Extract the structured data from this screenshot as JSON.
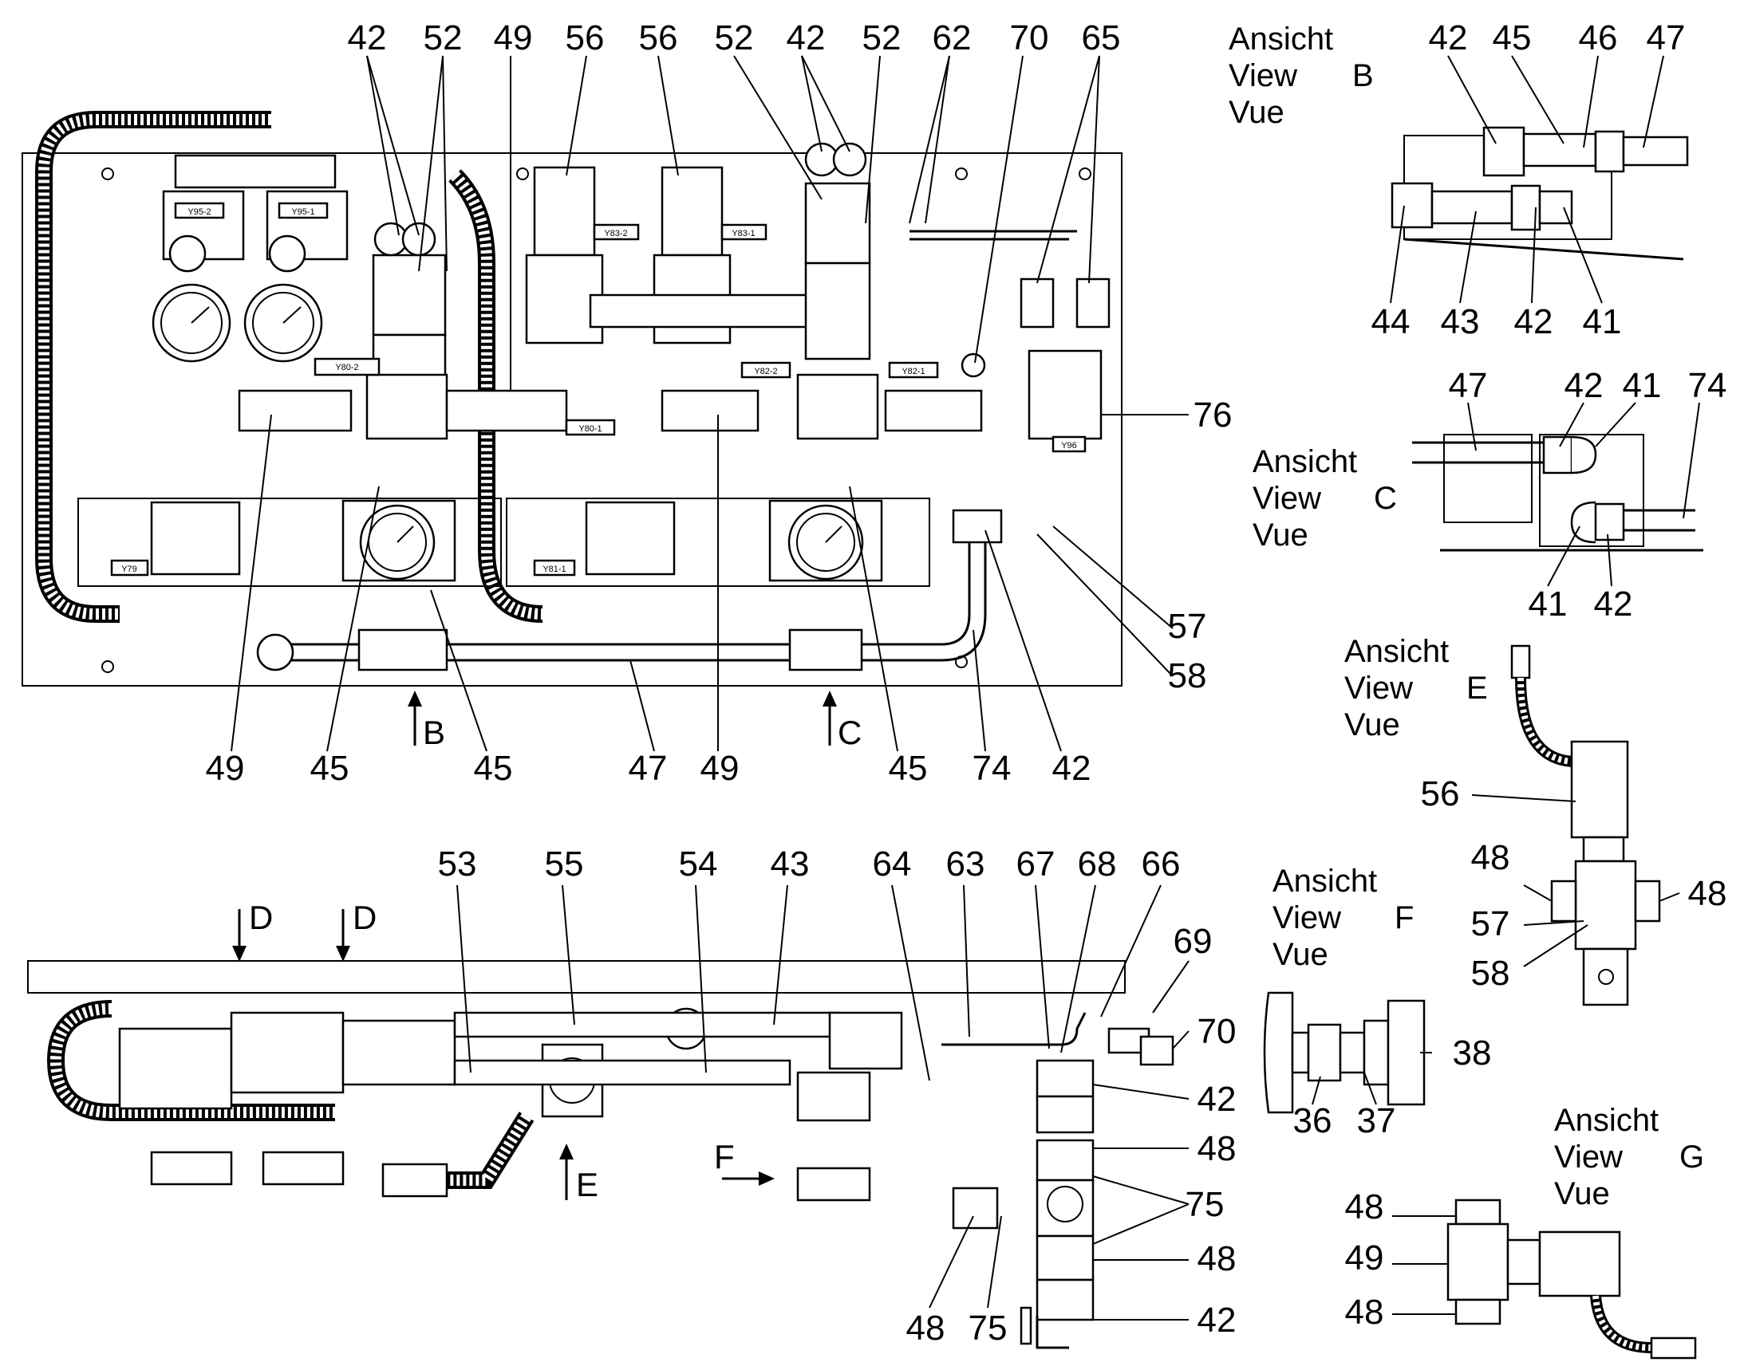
{
  "callouts": {
    "top": [
      "42",
      "52",
      "49",
      "56",
      "56",
      "52",
      "42",
      "52",
      "62",
      "70",
      "65"
    ],
    "front_bottom": [
      "49",
      "45",
      "45",
      "47",
      "49",
      "45",
      "74",
      "42"
    ],
    "front_right": [
      "76",
      "57",
      "58"
    ],
    "side_top": [
      "53",
      "55",
      "54",
      "43",
      "64",
      "63",
      "67",
      "68",
      "66",
      "69",
      "70"
    ],
    "side_right": [
      "42",
      "48",
      "75",
      "48",
      "42"
    ],
    "side_bottom": [
      "48",
      "75"
    ],
    "view_b": [
      "42",
      "45",
      "46",
      "47",
      "44",
      "43",
      "42",
      "41"
    ],
    "view_c": [
      "47",
      "42",
      "41",
      "74",
      "41",
      "42"
    ],
    "view_e": [
      "56",
      "48",
      "48",
      "57",
      "58"
    ],
    "view_f": [
      "38",
      "36",
      "37"
    ],
    "view_g": [
      "48",
      "49",
      "48"
    ]
  },
  "views": {
    "b": {
      "line1": "Ansicht",
      "line2": "View",
      "line3": "Vue",
      "letter": "B"
    },
    "c": {
      "line1": "Ansicht",
      "line2": "View",
      "line3": "Vue",
      "letter": "C"
    },
    "e": {
      "line1": "Ansicht",
      "line2": "View",
      "line3": "Vue",
      "letter": "E"
    },
    "f": {
      "line1": "Ansicht",
      "line2": "View",
      "line3": "Vue",
      "letter": "F"
    },
    "g": {
      "line1": "Ansicht",
      "line2": "View",
      "line3": "Vue",
      "letter": "G"
    }
  },
  "arrows": {
    "b": "B",
    "c": "C",
    "d1": "D",
    "d2": "D",
    "e": "E",
    "f": "F"
  },
  "tags": {
    "y95_2": "Y95-2",
    "y95_1": "Y95-1",
    "y83_2": "Y83-2",
    "y83_1": "Y83-1",
    "y80_2": "Y80-2",
    "y80_1": "Y80-1",
    "y82_2": "Y82-2",
    "y82_1": "Y82-1",
    "y96": "Y96",
    "y79": "Y79",
    "y81_1": "Y81-1"
  }
}
